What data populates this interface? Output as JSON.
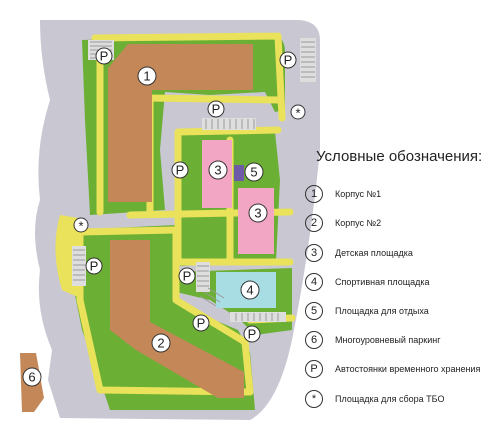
{
  "map": {
    "building_labels": {
      "b1": "1",
      "b2": "2"
    },
    "area_labels": {
      "playground_a": "3",
      "playground_b": "3",
      "sport": "4",
      "rest": "5",
      "parking": "6"
    },
    "parking_symbol": "P",
    "waste_symbol": "*",
    "colors": {
      "street": "#c9c7d2",
      "green": "#6bb034",
      "path": "#eae25a",
      "building": "#c38758",
      "playground": "#f2a6c3",
      "sport": "#a8dde3",
      "rest": "#6e5aa6",
      "parking_lot": "#dedede"
    }
  },
  "legend": {
    "title": "Условные обозначения:",
    "items": [
      {
        "symbol": "1",
        "label": "Корпус №1"
      },
      {
        "symbol": "2",
        "label": "Корпус №2"
      },
      {
        "symbol": "3",
        "label": "Детская площадка"
      },
      {
        "symbol": "4",
        "label": "Спортивная площадка"
      },
      {
        "symbol": "5",
        "label": "Площадка для отдыха"
      },
      {
        "symbol": "6",
        "label": "Многоуровневый паркинг"
      },
      {
        "symbol": "P",
        "label": "Автостоянки временного хранения"
      },
      {
        "symbol": "*",
        "label": "Площадка для сбора ТБО"
      }
    ]
  }
}
